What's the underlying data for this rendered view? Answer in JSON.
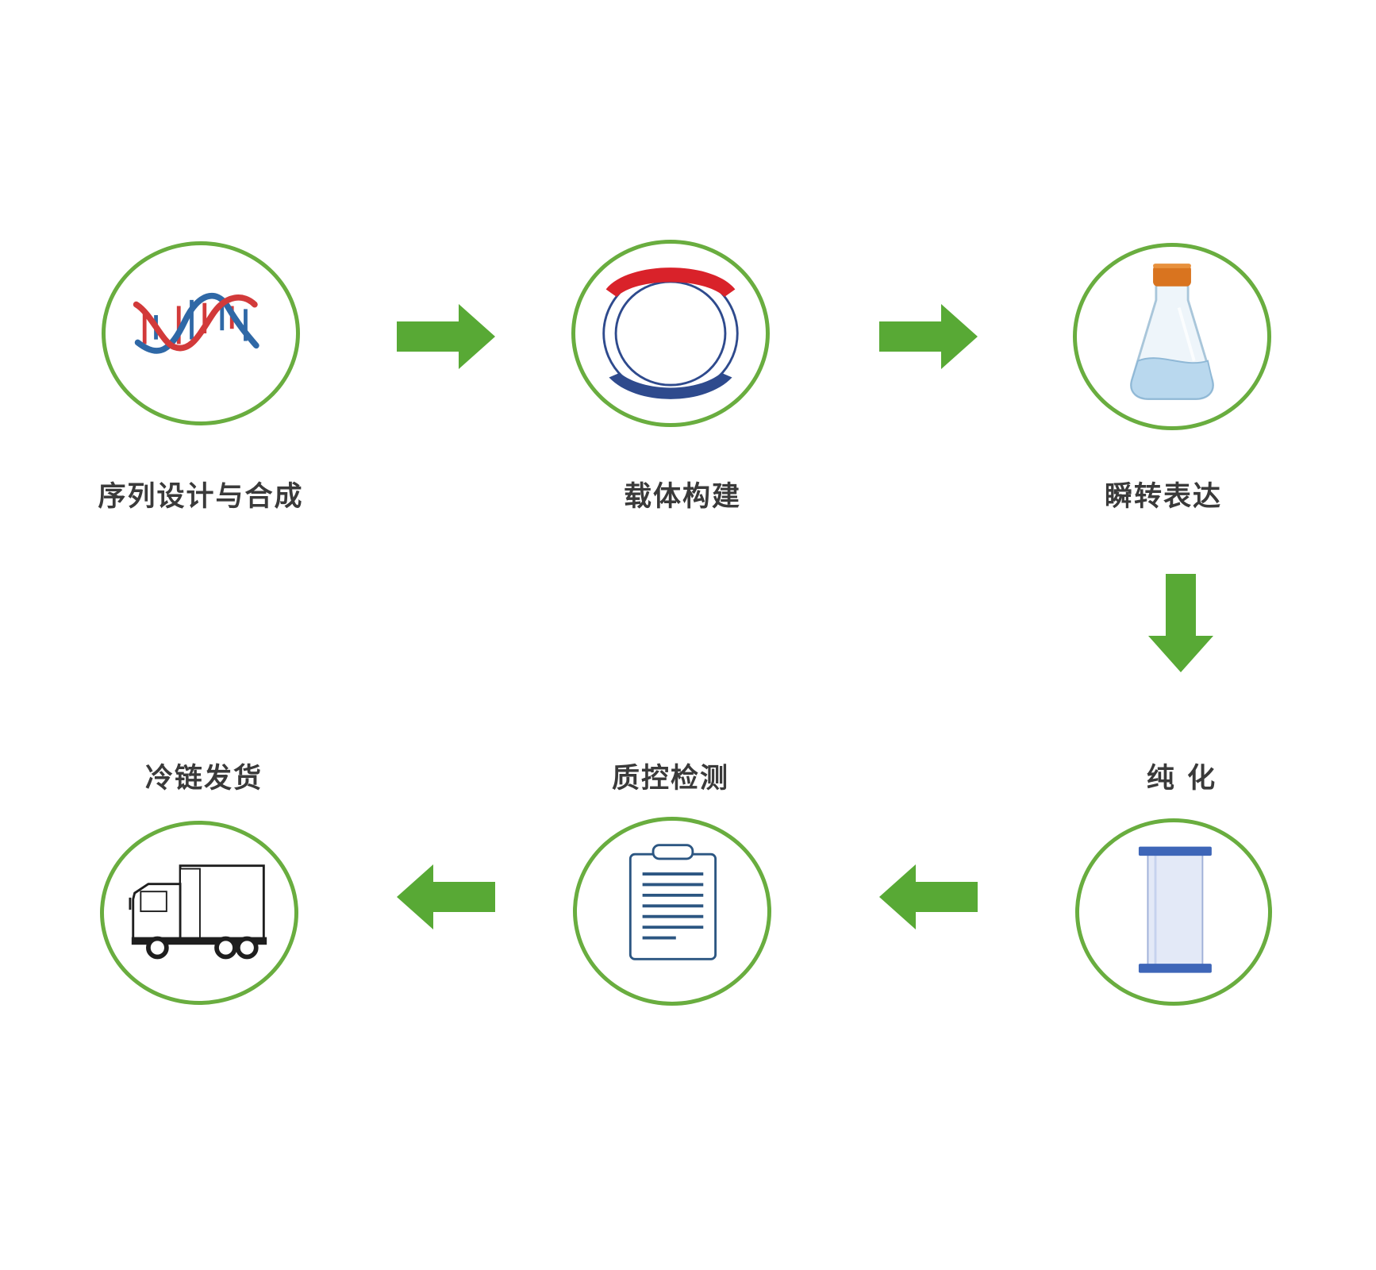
{
  "colors": {
    "circle_border": "#69ad3f",
    "arrow": "#58a935",
    "label_text": "#3a3a3a",
    "dna_blue": "#2f68a6",
    "dna_red": "#d23a3a",
    "plasmid_red": "#d9222a",
    "plasmid_blue": "#2e4a8d",
    "flask_cap": "#d9741f",
    "column_blue": "#3e66b8",
    "clipboard_blue": "#2c5682"
  },
  "steps": [
    {
      "id": "sequence",
      "label": "序列设计与合成",
      "icon": "dna-icon"
    },
    {
      "id": "vector",
      "label": "载体构建",
      "icon": "plasmid-icon"
    },
    {
      "id": "expression",
      "label": "瞬转表达",
      "icon": "flask-icon"
    },
    {
      "id": "purification",
      "label": "纯 化",
      "icon": "column-icon"
    },
    {
      "id": "qc",
      "label": "质控检测",
      "icon": "clipboard-icon"
    },
    {
      "id": "shipping",
      "label": "冷链发货",
      "icon": "truck-icon"
    }
  ],
  "arrows": [
    {
      "from": "sequence",
      "to": "vector",
      "direction": "right"
    },
    {
      "from": "vector",
      "to": "expression",
      "direction": "right"
    },
    {
      "from": "expression",
      "to": "purification",
      "direction": "down"
    },
    {
      "from": "purification",
      "to": "qc",
      "direction": "left"
    },
    {
      "from": "qc",
      "to": "shipping",
      "direction": "left"
    }
  ]
}
